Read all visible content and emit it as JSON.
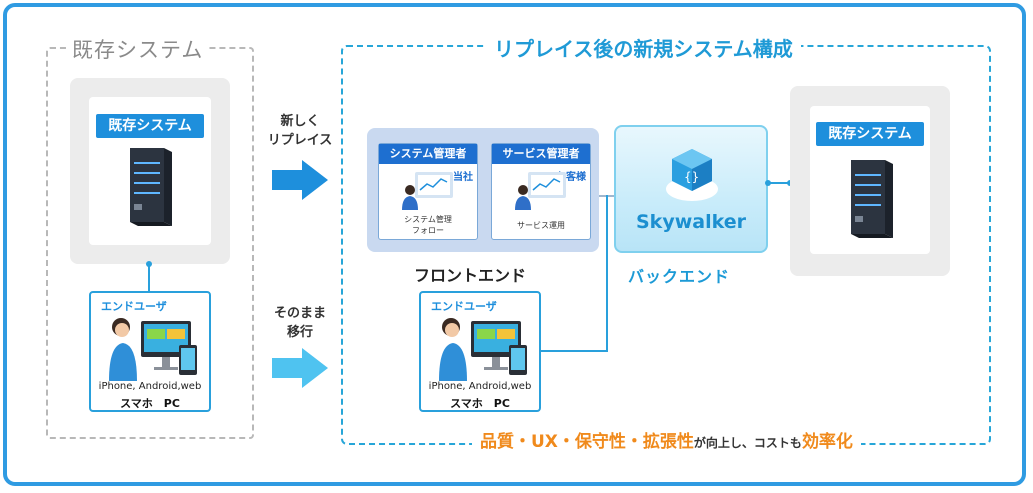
{
  "legacy": {
    "group_title": "既存システム",
    "server_label": "既存システム",
    "enduser": {
      "label": "エンドユーザ",
      "devices": "iPhone, Android,web",
      "devices_sub": "スマホ　PC"
    }
  },
  "arrows": {
    "replace": {
      "line1": "新しく",
      "line2": "リプレイス"
    },
    "migrate": {
      "line1": "そのまま",
      "line2": "移行"
    }
  },
  "new_system": {
    "title": "リプレイス後の新規システム構成",
    "frontend": {
      "label": "フロントエンド",
      "admin_system": {
        "title": "システム管理者",
        "who": "当社",
        "caption1": "システム管理",
        "caption2": "フォロー"
      },
      "admin_service": {
        "title": "サービス管理者",
        "who": "お客様",
        "caption1": "サービス運用"
      },
      "enduser": {
        "label": "エンドユーザ",
        "devices": "iPhone, Android,web",
        "devices_sub": "スマホ　PC"
      }
    },
    "backend": {
      "label": "バックエンド",
      "product": "Skywalker"
    },
    "existing": {
      "server_label": "既存システム"
    }
  },
  "footer": {
    "part1": "品質・UX・保守性・拡張性",
    "part2": "が向上し、コストも",
    "part3": "効率化"
  },
  "colors": {
    "frame": "#2f9be2",
    "accent_blue": "#1e8fdc",
    "accent_orange": "#f08a1c",
    "cyan_arrow": "#4fc3f0"
  }
}
